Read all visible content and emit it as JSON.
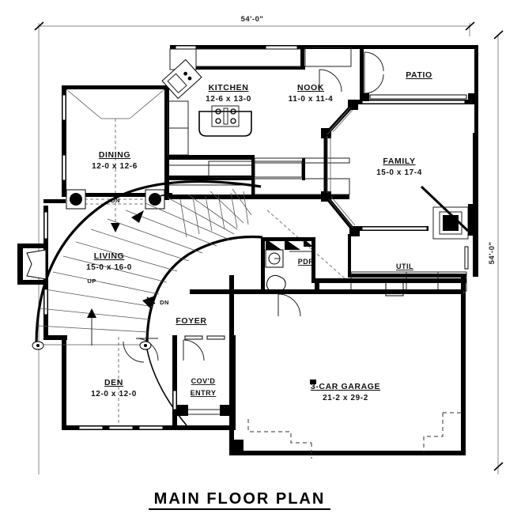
{
  "document": {
    "title": "MAIN FLOOR PLAN",
    "sheet_type": "architectural-floor-plan"
  },
  "dimensions": {
    "top_overall": "54'-0\"",
    "right_overall": "54'-0\""
  },
  "rooms": [
    {
      "key": "kitchen",
      "name": "KITCHEN",
      "size": "12-6 x 13-0"
    },
    {
      "key": "nook",
      "name": "NOOK",
      "size": "11-0 x 11-4"
    },
    {
      "key": "patio",
      "name": "PATIO",
      "size": ""
    },
    {
      "key": "dining",
      "name": "DINING",
      "size": "12-0 x 12-6"
    },
    {
      "key": "family",
      "name": "FAMILY",
      "size": "15-0 x 17-4"
    },
    {
      "key": "living",
      "name": "LIVING",
      "size": "15-0 x 16-0"
    },
    {
      "key": "foyer",
      "name": "FOYER",
      "size": ""
    },
    {
      "key": "pdr",
      "name": "PDR",
      "size": ""
    },
    {
      "key": "util",
      "name": "UTIL",
      "size": ""
    },
    {
      "key": "den",
      "name": "DEN",
      "size": "12-0 x 12-0"
    },
    {
      "key": "entry",
      "name": "COV'D",
      "size": "ENTRY"
    },
    {
      "key": "garage",
      "name": "3-CAR GARAGE",
      "size": "21-2 x 29-2"
    }
  ],
  "annotations": {
    "stair_up": "UP",
    "dining_down": "DN",
    "foyer_down": "DN"
  },
  "colors": {
    "ink": "#000000",
    "paper": "#ffffff",
    "dimension_gray": "#888888",
    "hatch_gray": "#555555"
  }
}
